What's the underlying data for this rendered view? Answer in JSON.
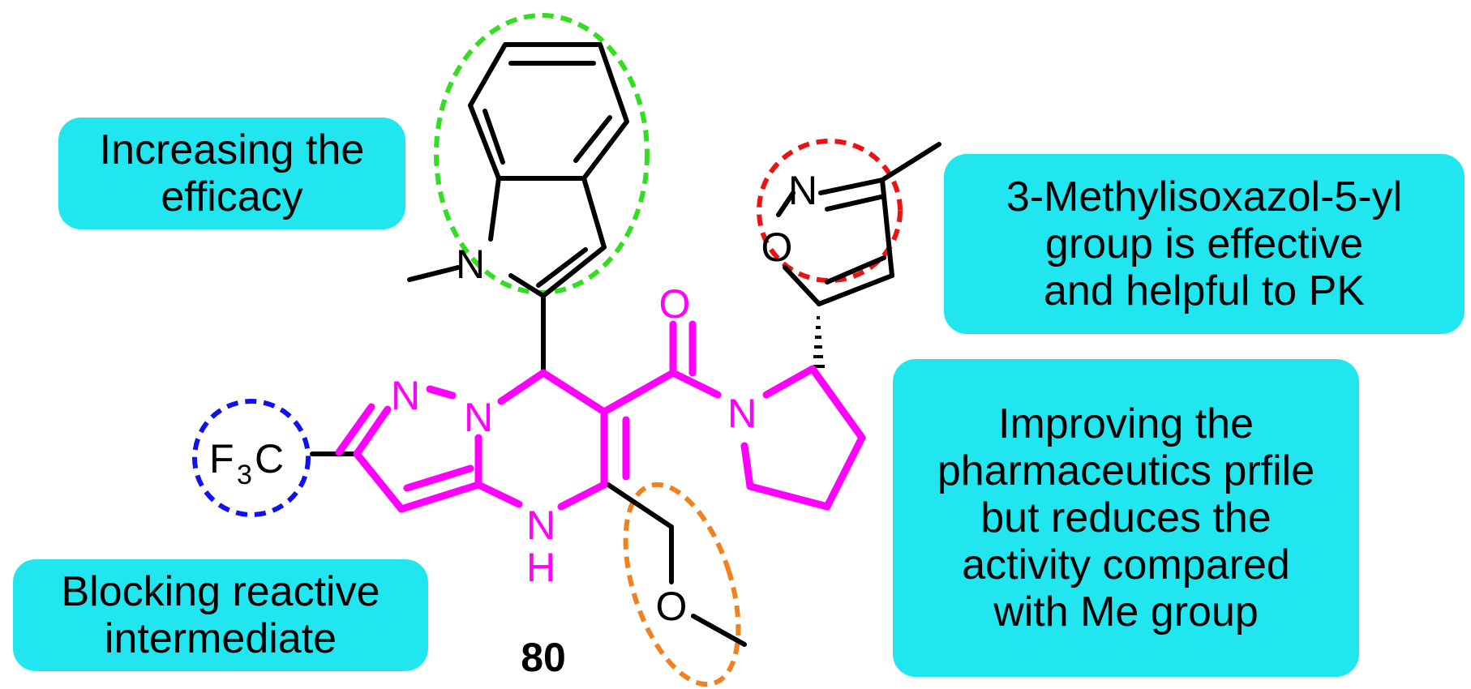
{
  "compound_number": "80",
  "colors": {
    "callout_fill": "#22e6ef",
    "core_magenta": "#ff00ff",
    "bond_black": "#000000",
    "indole_ellipse": "#33dd22",
    "isoxazole_ellipse": "#ee1111",
    "cf3_ellipse": "#1111ee",
    "methoxy_ellipse": "#f08020"
  },
  "annotations": {
    "efficacy": {
      "line1": "Increasing the",
      "line2": "efficacy"
    },
    "isoxazole": {
      "line1": "3-Methylisoxazol-5-yl",
      "line2": "group is effective",
      "line3": "and helpful to PK"
    },
    "pharmaceutics": {
      "line1": "Improving the",
      "line2": "pharmaceutics prfile",
      "line3": "but reduces the",
      "line4": "activity compared",
      "line5": "with Me group"
    },
    "blocking": {
      "line1": "Blocking reactive",
      "line2": "intermediate"
    }
  },
  "atoms": {
    "indole_n": "N",
    "pyrazole_n1": "N",
    "pyrazole_n2": "N",
    "amide_o": "O",
    "pyrrolidine_n": "N",
    "isoxazole_n": "N",
    "isoxazole_o": "O",
    "nh_n": "N",
    "nh_h": "H",
    "methoxy_o": "O",
    "cf3_f": "F",
    "cf3_sub": "3",
    "cf3_c": "C"
  }
}
